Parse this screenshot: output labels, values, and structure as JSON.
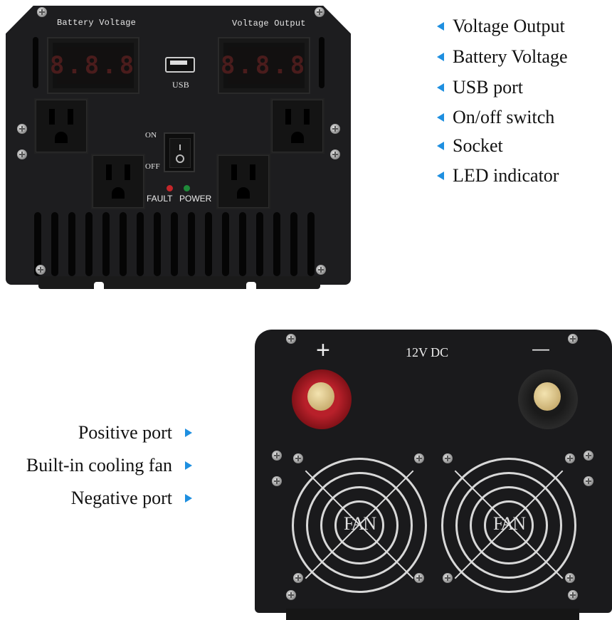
{
  "front_panel": {
    "silkscreen": {
      "battery_voltage": "Battery Voltage",
      "voltage_output": "Voltage Output",
      "usb": "USB",
      "on": "ON",
      "off": "OFF",
      "fault": "FAULT",
      "power": "POWER"
    },
    "displays": {
      "battery": "8.8.8",
      "output": "8.8.8"
    },
    "led_colors": {
      "fault": "#c4262a",
      "power": "#1f8a3a"
    }
  },
  "front_legend": [
    {
      "label": "Voltage Output"
    },
    {
      "label": "Battery Voltage"
    },
    {
      "label": "USB port"
    },
    {
      "label": "On/off switch"
    },
    {
      "label": "Socket"
    },
    {
      "label": "LED indicator"
    }
  ],
  "rear_panel": {
    "silkscreen": {
      "positive": "+",
      "negative": "—",
      "rating": "12V DC",
      "fan_left": "FAN",
      "fan_right": "FAN"
    }
  },
  "rear_legend": [
    {
      "label": "Positive port"
    },
    {
      "label": "Built-in cooling fan"
    },
    {
      "label": "Negative port"
    }
  ],
  "colors": {
    "arrow": "#1e8fe0",
    "panel": "#1d1d1f"
  }
}
